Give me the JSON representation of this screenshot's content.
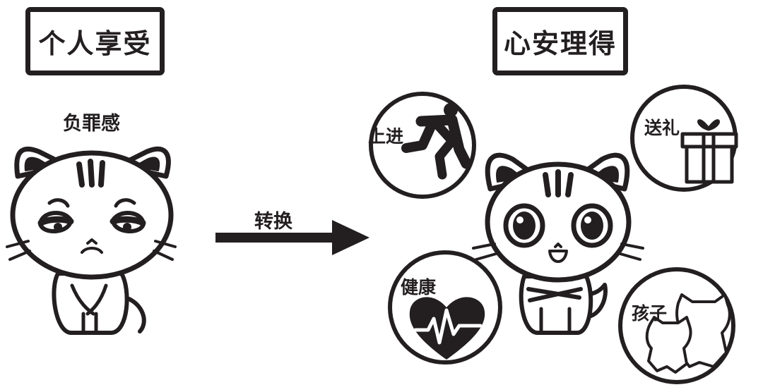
{
  "left": {
    "title": "个人享受",
    "feeling": "负罪感"
  },
  "arrow": {
    "label": "转换"
  },
  "right": {
    "title": "心安理得",
    "bubbles": [
      {
        "label": "上进",
        "icon": "running-man-icon"
      },
      {
        "label": "送礼",
        "icon": "gift-box-icon"
      },
      {
        "label": "健康",
        "icon": "heart-pulse-icon"
      },
      {
        "label": "孩子",
        "icon": "kittens-icon"
      }
    ]
  },
  "colors": {
    "ink": "#231f20",
    "fill": "#ffffff"
  }
}
